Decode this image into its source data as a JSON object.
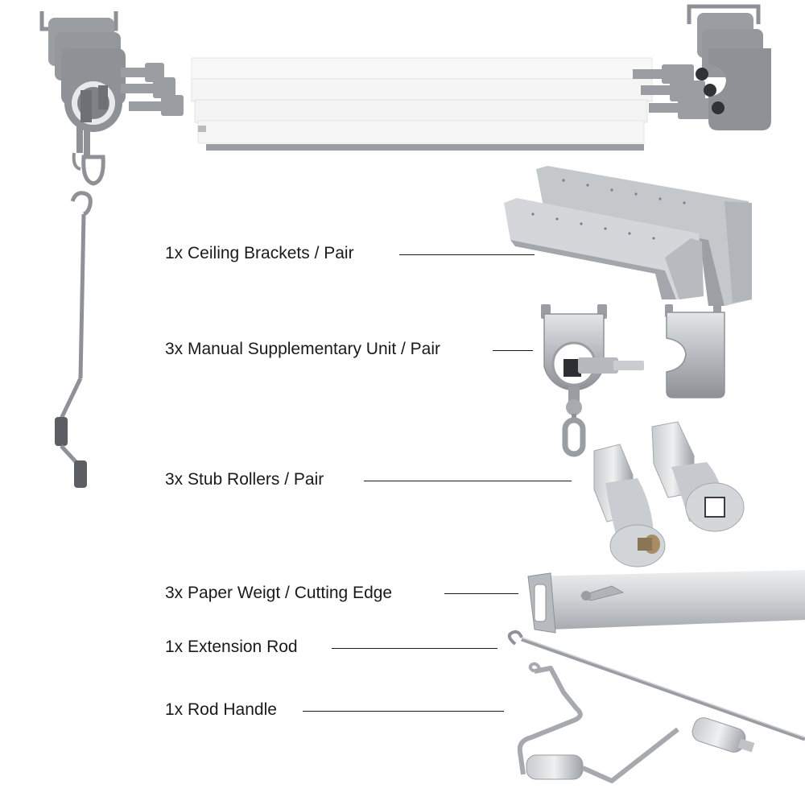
{
  "parts": [
    {
      "id": "ceiling-brackets",
      "text": "1x Ceiling Brackets / Pair"
    },
    {
      "id": "manual-supplementary-unit",
      "text": "3x Manual Supplementary Unit / Pair"
    },
    {
      "id": "stub-rollers",
      "text": "3x Stub Rollers / Pair"
    },
    {
      "id": "paper-weight",
      "text": "3x Paper Weigt / Cutting Edge"
    },
    {
      "id": "extension-rod",
      "text": "1x Extension Rod"
    },
    {
      "id": "rod-handle",
      "text": "1x Rod Handle"
    }
  ],
  "colors": {
    "text": "#1a1a1a",
    "metal": "#a9adb2",
    "metal_dark": "#7c8086",
    "metal_light": "#d6d9dc",
    "unit_grey": "#8e9196",
    "roll_white": "#f7f7f7"
  }
}
